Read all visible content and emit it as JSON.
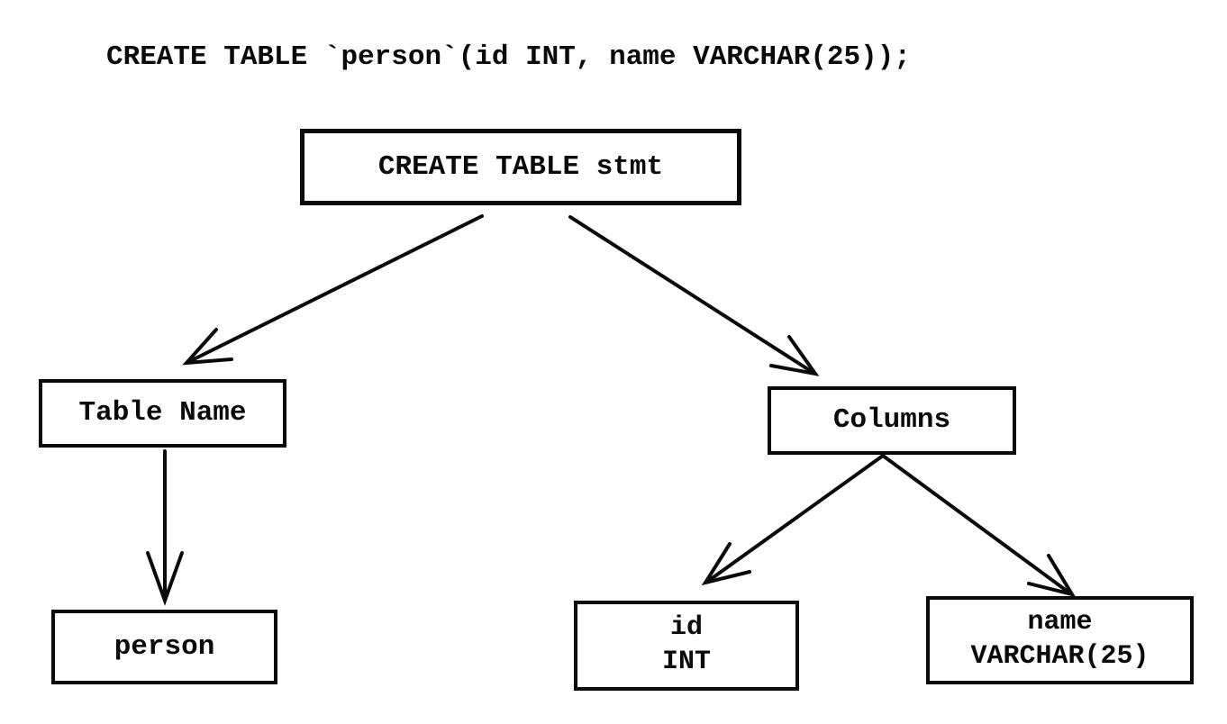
{
  "diagram": {
    "title_semantic": "create-table-parse-tree",
    "background_color": "#ffffff",
    "stroke_color": "#0a0a0a",
    "sql_statement": "CREATE TABLE `person`(id INT, name VARCHAR(25));",
    "nodes": {
      "root": {
        "label": "CREATE TABLE stmt"
      },
      "table_name": {
        "label": "Table Name"
      },
      "columns": {
        "label": "Columns"
      },
      "person": {
        "label": "person"
      },
      "id_column": {
        "name": "id",
        "type": "INT"
      },
      "name_column": {
        "name": "name",
        "type": "VARCHAR(25)"
      }
    },
    "edges": [
      {
        "from": "root",
        "to": "table_name"
      },
      {
        "from": "root",
        "to": "columns"
      },
      {
        "from": "table_name",
        "to": "person"
      },
      {
        "from": "columns",
        "to": "id_column"
      },
      {
        "from": "columns",
        "to": "name_column"
      }
    ]
  }
}
